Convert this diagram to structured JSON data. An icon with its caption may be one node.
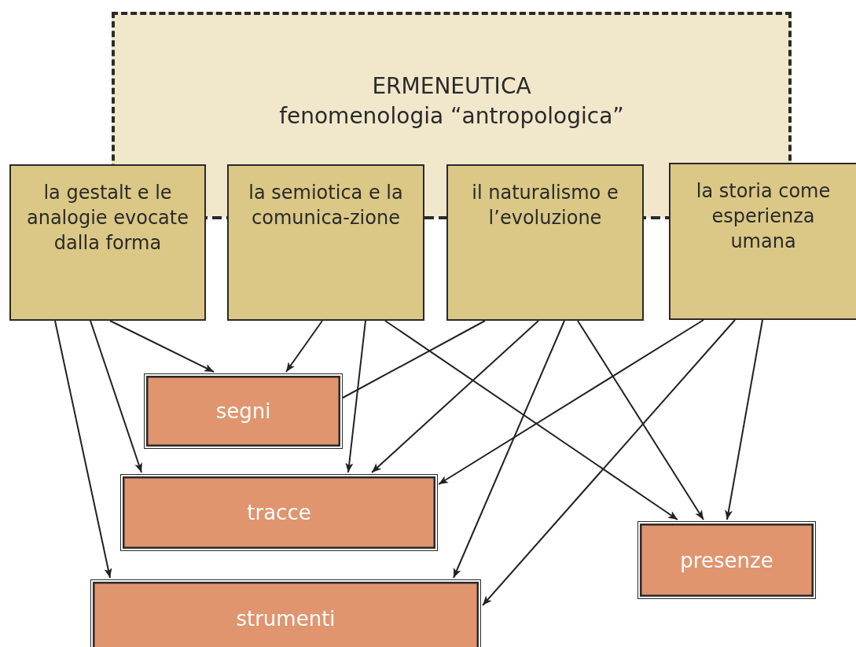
{
  "diagram": {
    "nodes": [
      {
        "text": [
          "ERMENEUTICA",
          "fenomenologia “antropologica”"
        ]
      },
      {
        "text": [
          "la gestalt e le analogie evocate dalla forma"
        ]
      },
      {
        "text": [
          "la semiotica e la comunica-zione"
        ]
      },
      {
        "text": [
          "il naturalismo e l’evoluzione"
        ]
      },
      {
        "text": [
          "la storia come esperienza umana"
        ]
      },
      {
        "text": [
          "segni"
        ]
      },
      {
        "text": [
          "tracce"
        ]
      },
      {
        "text": [
          "presenze"
        ]
      },
      {
        "text": [
          "strumenti"
        ]
      }
    ],
    "edges": [
      {
        "from": 1,
        "to": 8,
        "arrow": "to"
      },
      {
        "from": 1,
        "to": 6,
        "arrow": "to"
      },
      {
        "from": 1,
        "to": 5,
        "arrow": "to"
      },
      {
        "from": 2,
        "to": 5,
        "arrow": "to"
      },
      {
        "from": 2,
        "to": 6,
        "arrow": "to"
      },
      {
        "from": 2,
        "to": 7,
        "arrow": "to"
      },
      {
        "from": 3,
        "to": 5,
        "arrow": "none"
      },
      {
        "from": 3,
        "to": 6,
        "arrow": "to"
      },
      {
        "from": 3,
        "to": 8,
        "arrow": "to"
      },
      {
        "from": 3,
        "to": 7,
        "arrow": "to"
      },
      {
        "from": 4,
        "to": 6,
        "arrow": "to"
      },
      {
        "from": 4,
        "to": 8,
        "arrow": "to"
      },
      {
        "from": 4,
        "to": 7,
        "arrow": "to"
      }
    ]
  }
}
